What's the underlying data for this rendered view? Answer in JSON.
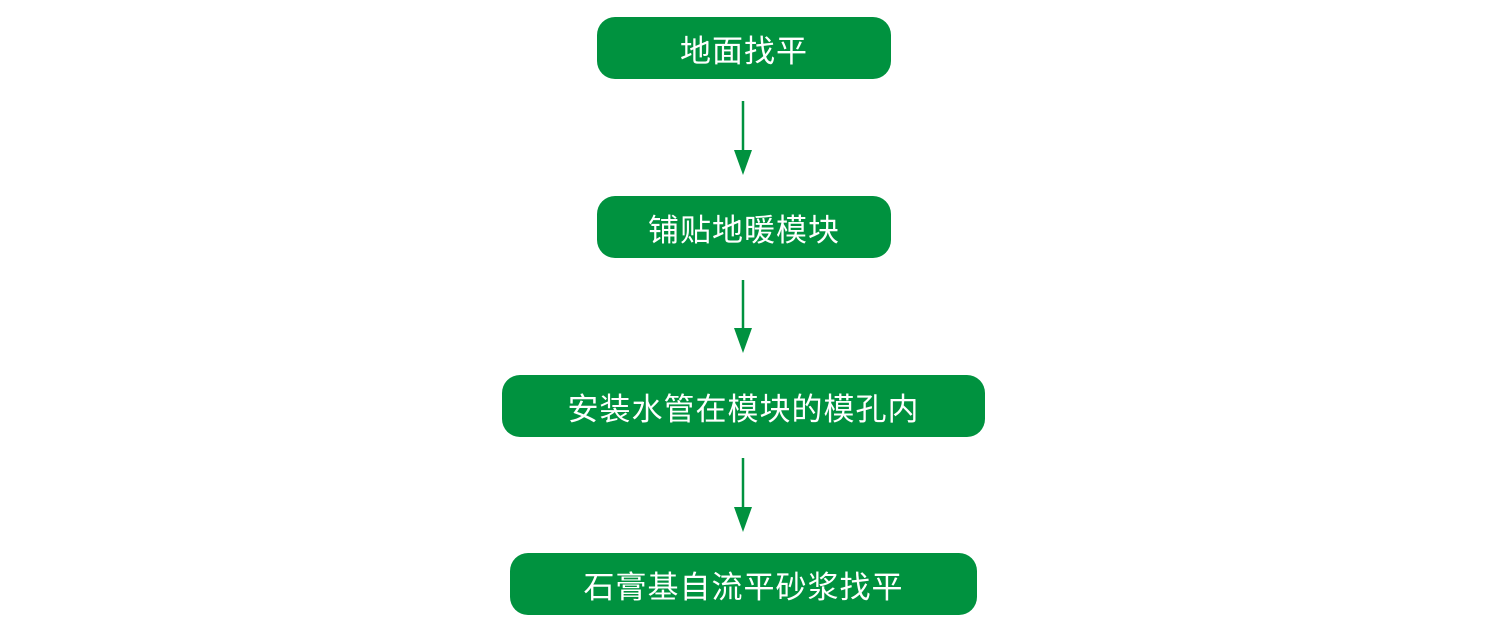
{
  "colors": {
    "node_fill": "#00923f",
    "node_text": "#ffffff",
    "arrow": "#00923f",
    "background": "#ffffff"
  },
  "steps": [
    {
      "label": "地面找平"
    },
    {
      "label": "铺贴地暖模块"
    },
    {
      "label": "安装水管在模块的模孔内"
    },
    {
      "label": "石膏基自流平砂浆找平"
    }
  ]
}
